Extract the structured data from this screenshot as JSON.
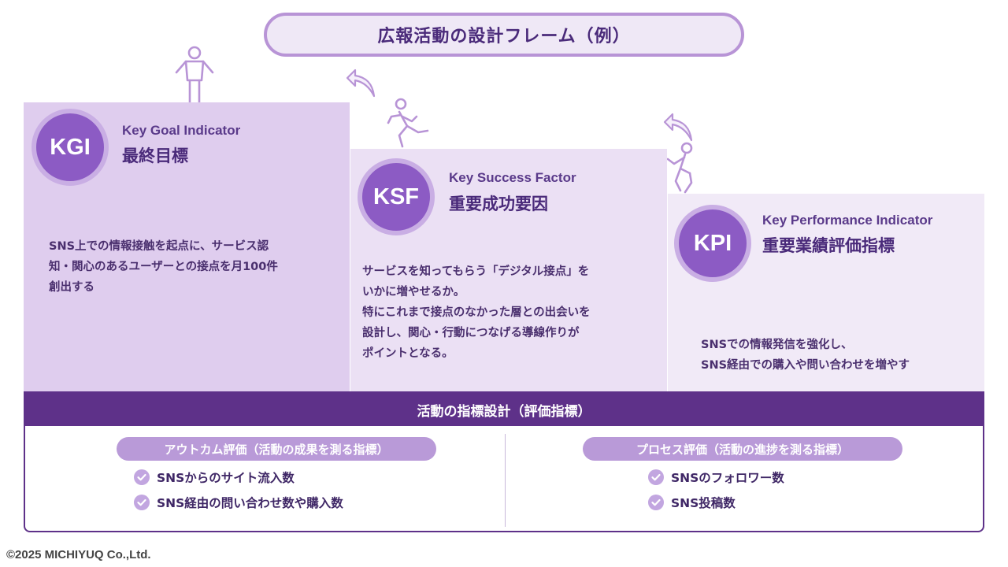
{
  "title": "広報活動の設計フレーム（例）",
  "kgi": {
    "badge": "KGI",
    "en": "Key Goal Indicator",
    "jp": "最終目標",
    "desc": [
      "SNS上での情報接触を起点に、サービス認",
      "知・関心のあるユーザーとの接点を月100件",
      "創出する"
    ]
  },
  "ksf": {
    "badge": "KSF",
    "en": "Key Success Factor",
    "jp": "重要成功要因",
    "desc": [
      "サービスを知ってもらう「デジタル接点」を",
      "いかに増やせるか。",
      "特にこれまで接点のなかった層との出会いを",
      "設計し、関心・行動につなげる導線作りが",
      "ポイントとなる。"
    ]
  },
  "kpi": {
    "badge": "KPI",
    "en": "Key Performance Indicator",
    "jp": "重要業績評価指標",
    "desc": [
      "SNSでの情報発信を強化し、",
      "SNS経由での購入や問い合わせを増やす"
    ]
  },
  "metrics": {
    "header": "活動の指標設計（評価指標）",
    "outcome": {
      "label": "アウトカム評価（活動の成果を測る指標）",
      "items": [
        "SNSからのサイト流入数",
        "SNS経由の問い合わせ数や購入数"
      ]
    },
    "process": {
      "label": "プロセス評価（活動の進捗を測る指標）",
      "items": [
        "SNSのフォロワー数",
        "SNS投稿数"
      ]
    }
  },
  "footer": "©2025 MICHIYUQ Co.,Ltd.",
  "colors": {
    "accent": "#5e3189",
    "badge": "#8c5bc4",
    "pill": "#b99ad8",
    "check": "#c2a6e0"
  },
  "icons": [
    "standing-person-icon",
    "running-person-icon",
    "climbing-person-icon",
    "curved-arrow-icon",
    "check-circle-icon"
  ]
}
